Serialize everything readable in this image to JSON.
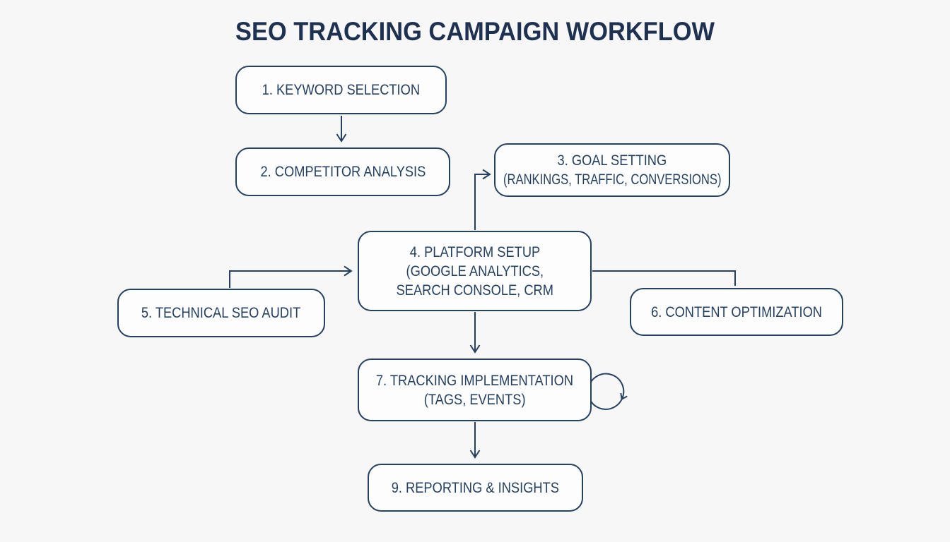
{
  "title": "SEO TRACKING CAMPAIGN WORKFLOW",
  "colors": {
    "ink": "#26415f",
    "title_ink": "#1e3150",
    "background": "#f7f7f8",
    "box_fill": "#fdfdfe"
  },
  "diagram": {
    "nodes": [
      {
        "id": "keyword-selection",
        "lines": [
          "1. KEYWORD SELECTION"
        ]
      },
      {
        "id": "competitor-analysis",
        "lines": [
          "2. COMPETITOR ANALYSIS"
        ]
      },
      {
        "id": "goal-setting",
        "lines": [
          "3. GOAL SETTING",
          "(RANKINGS, TRAFFIC, CONVERSIONS)"
        ]
      },
      {
        "id": "platform-setup",
        "lines": [
          "4. PLATFORM SETUP",
          "(GOOGLE ANALYTICS,",
          "SEARCH CONSOLE, CRM"
        ]
      },
      {
        "id": "technical-seo-audit",
        "lines": [
          "5. TECHNICAL SEO AUDIT"
        ]
      },
      {
        "id": "content-optimization",
        "lines": [
          "6. CONTENT OPTIMIZATION"
        ]
      },
      {
        "id": "tracking-implementation",
        "lines": [
          "7. TRACKING IMPLEMENTATION",
          "(TAGS, EVENTS)"
        ]
      },
      {
        "id": "reporting-insights",
        "lines": [
          "9. REPORTING & INSIGHTS"
        ]
      }
    ],
    "edges": [
      {
        "from": "keyword-selection",
        "to": "competitor-analysis",
        "arrow": true
      },
      {
        "from": "platform-setup",
        "to": "goal-setting",
        "arrow": true
      },
      {
        "from": "technical-seo-audit",
        "to": "platform-setup",
        "arrow": true
      },
      {
        "from": "platform-setup",
        "to": "content-optimization",
        "arrow": false
      },
      {
        "from": "platform-setup",
        "to": "tracking-implementation",
        "arrow": true
      },
      {
        "from": "tracking-implementation",
        "to": "reporting-insights",
        "arrow": true
      }
    ],
    "icons": [
      "refresh-cycle-icon"
    ]
  }
}
